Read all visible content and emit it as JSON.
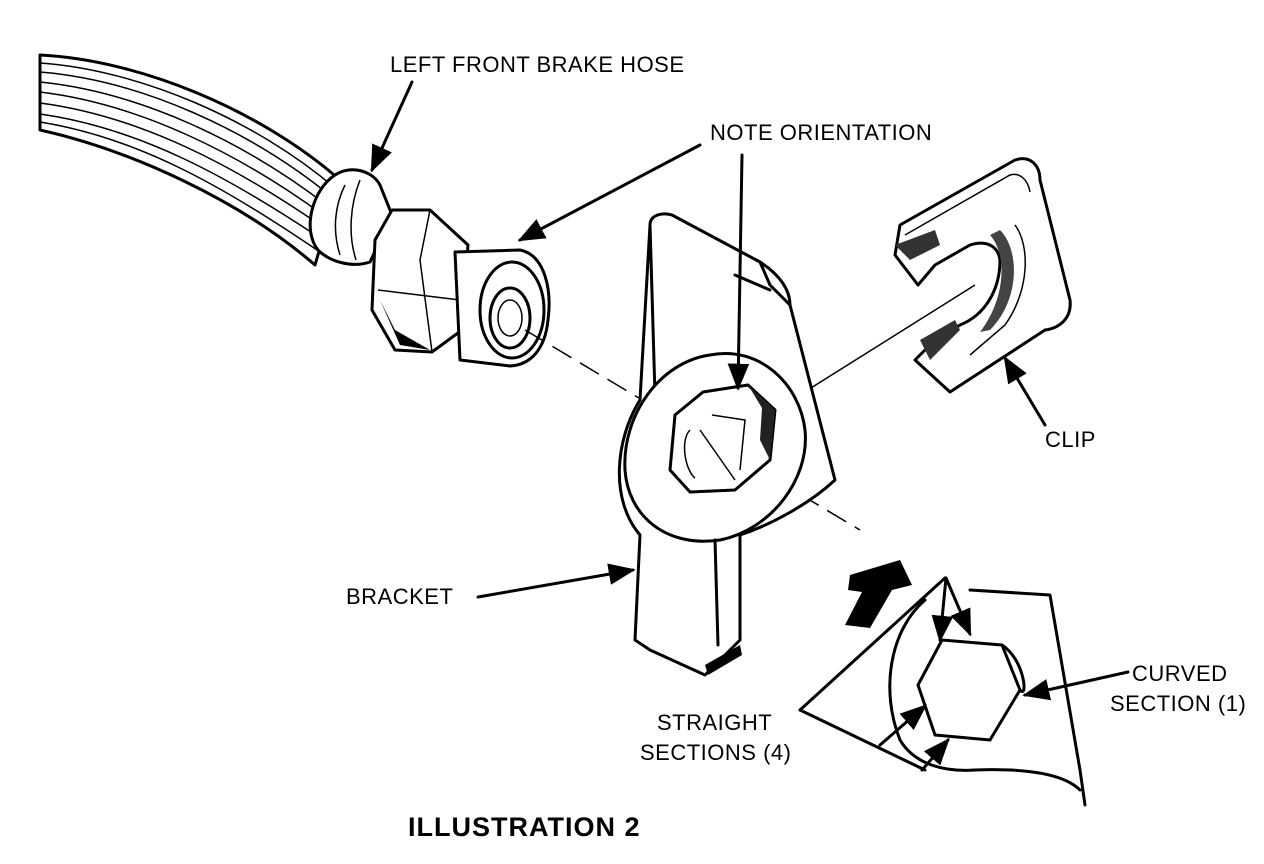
{
  "labels": {
    "hose": "LEFT FRONT BRAKE HOSE",
    "orientation": "NOTE ORIENTATION",
    "clip": "CLIP",
    "bracket": "BRACKET",
    "curved_line1": "CURVED",
    "curved_line2": "SECTION (1)",
    "straight_line1": "STRAIGHT",
    "straight_line2": "SECTIONS (4)"
  },
  "caption": "ILLUSTRATION 2"
}
